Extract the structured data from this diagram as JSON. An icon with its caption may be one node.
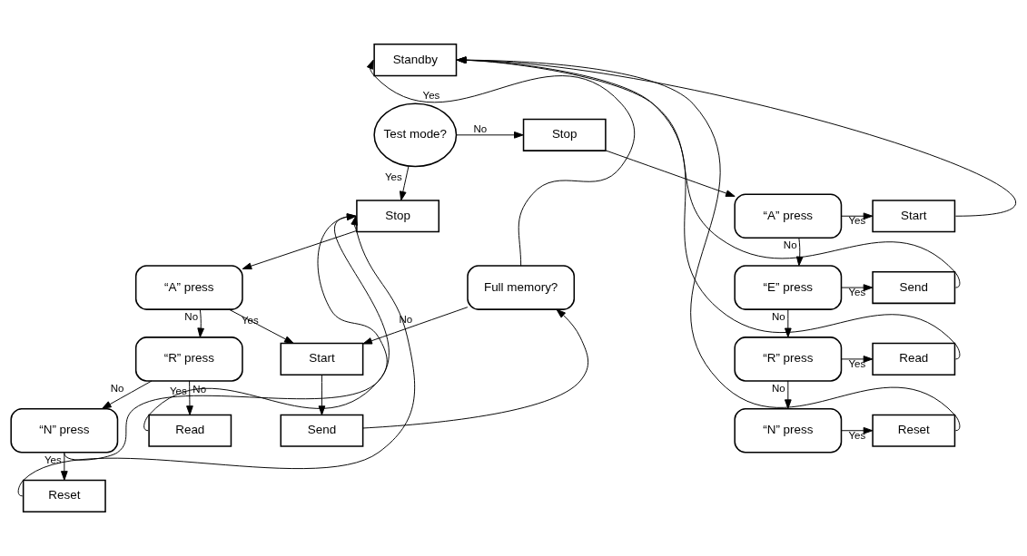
{
  "diagram": {
    "nodes": [
      {
        "text": [
          "Standby"
        ]
      },
      {
        "text": [
          "Full memory?"
        ]
      },
      {
        "text": [
          "Stop"
        ]
      },
      {
        "text": [
          "Test mode?"
        ]
      },
      {
        "text": [
          "Stop"
        ]
      },
      {
        "text": [
          "Send"
        ]
      },
      {
        "text": [
          "Start"
        ]
      },
      {
        "text": [
          "“A” press"
        ]
      },
      {
        "text": [
          "“A” press"
        ]
      },
      {
        "text": [
          "Start"
        ]
      },
      {
        "text": [
          "Read"
        ]
      },
      {
        "text": [
          "“R” press"
        ]
      },
      {
        "text": [
          "“E” press"
        ]
      },
      {
        "text": [
          "Send"
        ]
      },
      {
        "text": [
          "Reset"
        ]
      },
      {
        "text": [
          "“N” press"
        ]
      },
      {
        "text": [
          "“R” press"
        ]
      },
      {
        "text": [
          "Read"
        ]
      },
      {
        "text": [
          "“N” press"
        ]
      },
      {
        "text": [
          "Reset"
        ]
      }
    ],
    "edges": [
      {
        "from": 1,
        "to": 0,
        "arrow": "to",
        "label": "Yes"
      },
      {
        "from": 1,
        "to": 6,
        "arrow": "to",
        "label": "No"
      },
      {
        "from": 3,
        "to": 2,
        "arrow": "to",
        "label": "Yes"
      },
      {
        "from": 3,
        "to": 4,
        "arrow": "to",
        "label": "No"
      },
      {
        "from": 2,
        "to": 7,
        "arrow": "to"
      },
      {
        "from": 7,
        "to": 6,
        "arrow": "to",
        "label": "Yes"
      },
      {
        "from": 6,
        "to": 5,
        "arrow": "to"
      },
      {
        "from": 5,
        "to": 1,
        "arrow": "to"
      },
      {
        "from": 7,
        "to": 11,
        "arrow": "to",
        "label": "No"
      },
      {
        "from": 11,
        "to": 10,
        "arrow": "to",
        "label": "Yes"
      },
      {
        "from": 11,
        "to": 15,
        "arrow": "to",
        "label": "No"
      },
      {
        "from": 15,
        "to": 14,
        "arrow": "to",
        "label": "Yes"
      },
      {
        "from": 15,
        "to": 2,
        "arrow": "to",
        "label": "No"
      },
      {
        "from": 10,
        "to": 2,
        "arrow": "to"
      },
      {
        "from": 14,
        "to": 2,
        "arrow": "to"
      },
      {
        "from": 4,
        "to": 8,
        "arrow": "to"
      },
      {
        "from": 8,
        "to": 9,
        "arrow": "to",
        "label": "Yes"
      },
      {
        "from": 8,
        "to": 12,
        "arrow": "to",
        "label": "No"
      },
      {
        "from": 12,
        "to": 13,
        "arrow": "to",
        "label": "Yes"
      },
      {
        "from": 12,
        "to": 16,
        "arrow": "to",
        "label": "No"
      },
      {
        "from": 16,
        "to": 17,
        "arrow": "to",
        "label": "Yes"
      },
      {
        "from": 16,
        "to": 18,
        "arrow": "to",
        "label": "No"
      },
      {
        "from": 18,
        "to": 19,
        "arrow": "to",
        "label": "Yes"
      },
      {
        "from": 9,
        "to": 0,
        "arrow": "to"
      },
      {
        "from": 13,
        "to": 0,
        "arrow": "to"
      },
      {
        "from": 17,
        "to": 0,
        "arrow": "to"
      },
      {
        "from": 19,
        "to": 0,
        "arrow": "to"
      }
    ]
  }
}
